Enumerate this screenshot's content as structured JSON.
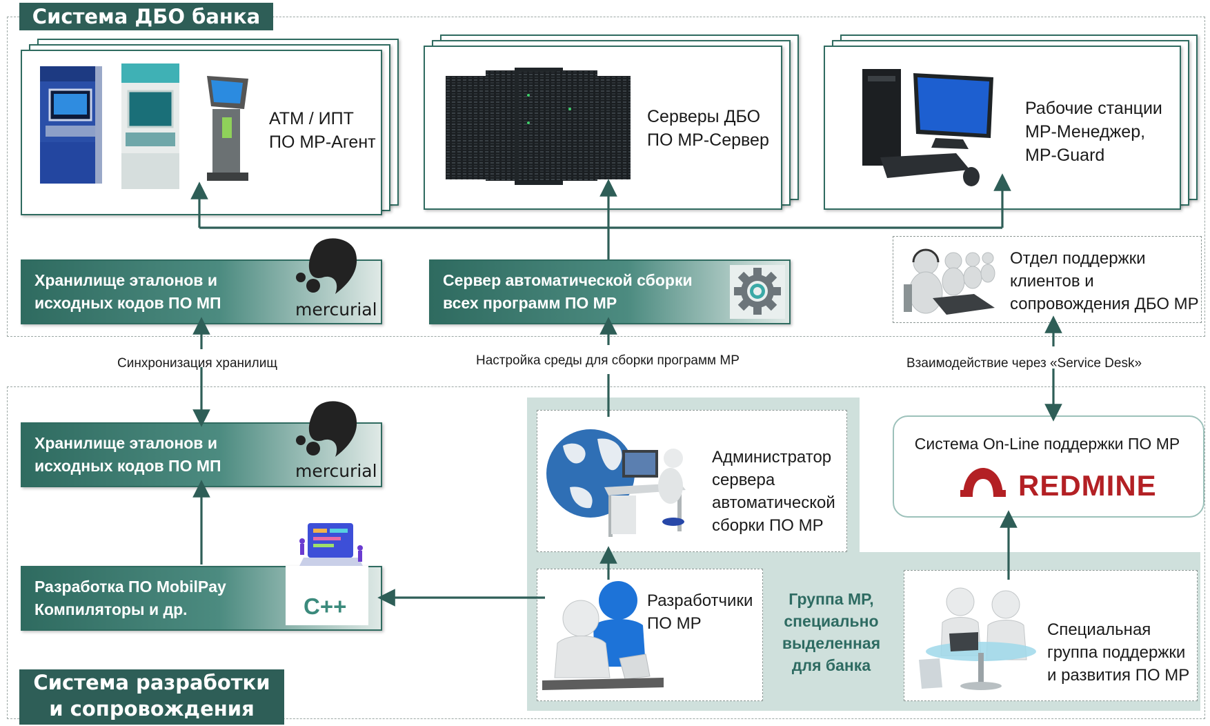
{
  "regions": {
    "top_title": "Система ДБО банка",
    "bottom_title_line1": "Система разработки",
    "bottom_title_line2": "и сопровождения"
  },
  "top_cards": {
    "atm": {
      "line1": "АТМ / ИПТ",
      "line2": "ПО МР-Агент"
    },
    "servers": {
      "line1": "Серверы ДБО",
      "line2": "ПО МР-Сервер"
    },
    "workstations": {
      "line1": "Рабочие станции",
      "line2": "МР-Менеджер,",
      "line3": "MP-Guard"
    }
  },
  "repo_top": {
    "line1": "Хранилище эталонов и",
    "line2": "исходных кодов ПО МП",
    "logo_text": "mercurial"
  },
  "build_server": {
    "line1": "Сервер автоматической сборки",
    "line2": "всех программ ПО МР"
  },
  "support_dept": {
    "line1": "Отдел поддержки",
    "line2": "клиентов и",
    "line3": "сопровождения ДБО МР"
  },
  "connectors": {
    "sync": "Синхронизация хранилищ",
    "env": "Настройка среды для сборки программ МР",
    "service_desk": "Взаимодействие через «Service Desk»"
  },
  "repo_bottom": {
    "line1": "Хранилище эталонов и",
    "line2": "исходных кодов ПО МП",
    "logo_text": "mercurial"
  },
  "dev_box": {
    "line1": "Разработка ПО MobilPay",
    "line2": "Компиляторы и др.",
    "lang_text": "C++"
  },
  "admin": {
    "line1": "Администратор",
    "line2": "сервера",
    "line3": "автоматической",
    "line4": "сборки ПО МР"
  },
  "online_support": {
    "title": "Система On-Line поддержки ПО МР",
    "logo_text": "REDMINE"
  },
  "developers": {
    "line1": "Разработчики",
    "line2": "ПО МР"
  },
  "group": {
    "line1": "Группа МР,",
    "line2": "специально",
    "line3": "выделенная",
    "line4": "для банка"
  },
  "special_group": {
    "line1": "Специальная",
    "line2": "группа поддержки",
    "line3": "и развития ПО МР"
  },
  "colors": {
    "brand_green": "#2e5e57",
    "panel": "#cfe0dc",
    "group_text": "#2e6b62",
    "redmine": "#b32024"
  }
}
